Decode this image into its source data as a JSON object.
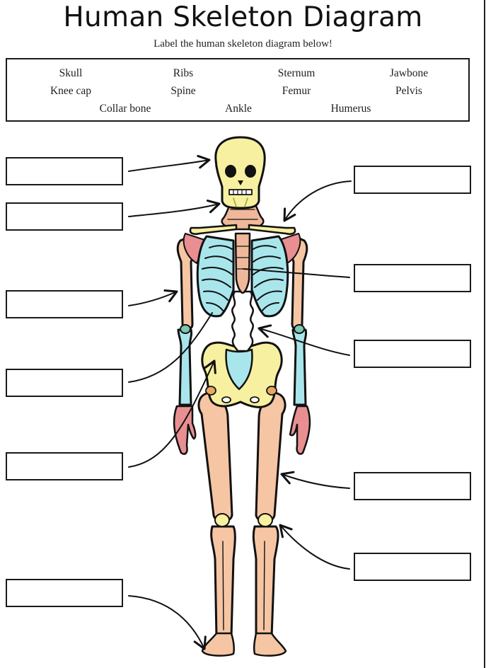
{
  "header": {
    "title": "Human Skeleton Diagram",
    "subtitle": "Label the human skeleton diagram below!"
  },
  "word_bank": {
    "rows": [
      [
        "Skull",
        "Ribs",
        "Sternum",
        "Jawbone"
      ],
      [
        "Knee cap",
        "Spine",
        "Femur",
        "Pelvis"
      ],
      [
        "Collar bone",
        "Ankle",
        "Humerus"
      ]
    ],
    "words": [
      "Skull",
      "Ribs",
      "Sternum",
      "Jawbone",
      "Knee cap",
      "Spine",
      "Femur",
      "Pelvis",
      "Collar bone",
      "Ankle",
      "Humerus"
    ]
  },
  "label_boxes": {
    "left": [
      {
        "id": "L1",
        "value": "",
        "points_to": "skull"
      },
      {
        "id": "L2",
        "value": "",
        "points_to": "jawbone"
      },
      {
        "id": "L3",
        "value": "",
        "points_to": "humerus"
      },
      {
        "id": "L4",
        "value": "",
        "points_to": "ribs"
      },
      {
        "id": "L5",
        "value": "",
        "points_to": "pelvis"
      },
      {
        "id": "L6",
        "value": "",
        "points_to": "ankle"
      }
    ],
    "right": [
      {
        "id": "R1",
        "value": "",
        "points_to": "collar bone"
      },
      {
        "id": "R2",
        "value": "",
        "points_to": "sternum"
      },
      {
        "id": "R3",
        "value": "",
        "points_to": "spine"
      },
      {
        "id": "R4",
        "value": "",
        "points_to": "femur"
      },
      {
        "id": "R5",
        "value": "",
        "points_to": "knee cap"
      }
    ]
  },
  "colors": {
    "skull": "#f7f0a0",
    "ribs": "#a8e6ec",
    "leg_bones": "#f6c5a3",
    "spine_sternum": "#f0b89a",
    "pelvis": "#f7f0a0",
    "sacrum": "#a8e6ec",
    "hands_shoulder": "#e98f92",
    "outline": "#111111"
  }
}
